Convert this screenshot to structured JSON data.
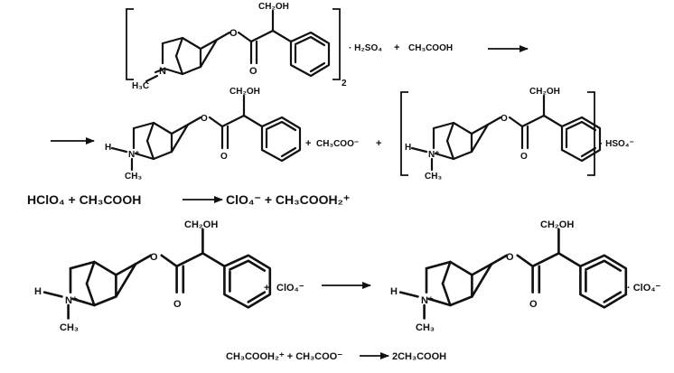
{
  "atoms": {
    "ch2oh": "CH₂OH",
    "o": "O",
    "n": "N",
    "nplus": "N⁺",
    "h": "H",
    "h3c": "H₃C",
    "ch3": "CH₃",
    "dot": "·"
  },
  "row1": {
    "subscript": "2",
    "term1": "· H₂SO₄",
    "plus": "+",
    "term2": "CH₃COOH"
  },
  "row2": {
    "plus1": "+",
    "acetate": "CH₃COO⁻",
    "plus2": "+",
    "bisulfate": "· HSO₄⁻"
  },
  "equation1": {
    "left": "HClO₄ + CH₃COOH",
    "right": "ClO₄⁻ + CH₃COOH₂⁺"
  },
  "row4": {
    "plus": "+",
    "perchlorate": "ClO₄⁻",
    "product_anion": "· ClO₄⁻"
  },
  "equation2": {
    "left": "CH₃COOH₂⁺ + CH₃COO⁻",
    "right": "2CH₃COOH"
  }
}
